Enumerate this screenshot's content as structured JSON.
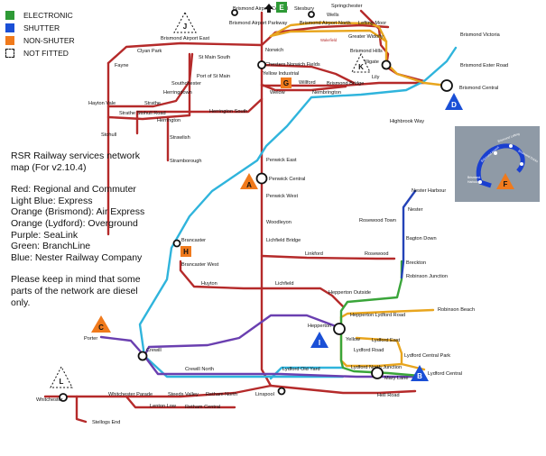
{
  "legend": [
    {
      "label": "ELECTRONIC",
      "color": "#2e9a36"
    },
    {
      "label": "SHUTTER",
      "color": "#1a4fd6"
    },
    {
      "label": "NON-SHUTER",
      "color": "#f07a1c"
    },
    {
      "label": "NOT FITTED",
      "color": "#ffffff"
    }
  ],
  "info": {
    "title_line1": "RSR Railway services network",
    "title_line2": "map (For v2.10.4)",
    "line_red": "Red: Regional and Commuter",
    "line_lightblue": "Light Blue: Express",
    "line_orange_brismond": "Orange (Brismond): Air Express",
    "line_orange_lydford": "Orange (Lydford): Overground",
    "line_purple": "Purple: SeaLink",
    "line_green": "Green: BranchLine",
    "line_blue": "Blue: Nester Railway Company",
    "note1": "Please keep in mind that some",
    "note2": "parts of the network are diesel",
    "note3": "only."
  },
  "colors": {
    "red": "#b52a2a",
    "lightblue": "#2fb4dc",
    "orange": "#e8a51e",
    "purple": "#6a3fb0",
    "green": "#3aa53a",
    "blue": "#2443b8",
    "marker_orange": "#f07a1c",
    "marker_blue": "#1a4fd6",
    "marker_green": "#2e9a36"
  },
  "markers": {
    "J": "J",
    "K": "K",
    "G": "G",
    "D": "D",
    "A": "A",
    "H": "H",
    "F": "F",
    "C": "C",
    "I": "I",
    "B": "B",
    "L": "L",
    "E": "E"
  },
  "stations": {
    "stesbury": "Stesbury",
    "springchester": "Springchester",
    "wells": "Wells",
    "brismond_airport_central": "Brismond Airport Central",
    "brismond_airport_parkway": "Brismond Airport Parkway",
    "brismond_airport_north": "Brismond Airport North",
    "lefting_moor": "Lefting Moor",
    "greater_widolly": "Greater Widolly",
    "wakefield": "Wakefield",
    "brismond_victoria": "Brismond Victoria",
    "brismond_airport_east": "Brismond Airport East",
    "clyan_park": "Clyan Park",
    "fayne": "Fayne",
    "st_main_south": "St Main South",
    "port_of_st_main": "Port of St Main",
    "southchester": "Southchester",
    "herringdown": "Herringdown",
    "strathe": "Strathe",
    "hayton_vale": "Hayton Vale",
    "strathe_stohull_road": "Strathe Stohull Road",
    "stohull": "Stohull",
    "herrington": "Herrington",
    "herrington_south": "Herrington South",
    "strawlish": "Strawlish",
    "stramborough": "Stramborough",
    "norwich": "Norwich",
    "chesters_norwich_fields": "Chesters Norwich Fields",
    "yellow_industrial": "Yellow Industrial",
    "willford": "Willford",
    "welow": "Welow",
    "nembrington": "Nembrington",
    "brismond_bridge": "Brismond Bridge",
    "brismond_hills": "Brismond Hills",
    "dilligate": "Dilligate",
    "lily": "Lily",
    "brismond_ester_road": "Brismond Ester Road",
    "brismond_central": "Brismond Central",
    "highbrook_way": "Highbrook Way",
    "penwick_east": "Penwick East",
    "penwick_central": "Penwick Central",
    "penwick_west": "Penwick West",
    "woodleyon": "Woodleyon",
    "lichfield_bridge": "Lichfield Bridge",
    "linkford": "Linkford",
    "rosewood": "Rosewood",
    "brancaster": "Brancaster",
    "brancaster_west": "Brancaster West",
    "huyton": "Huyton",
    "lichfield": "Lichfield",
    "hepperton_outside": "Hepperton Outside",
    "nester_harbour": "Nester Harbour",
    "nester": "Nester",
    "rosewood_town": "Rosewood Town",
    "bagton_down": "Bagton Down",
    "breckton": "Breckton",
    "robinson_junction": "Robinson Junction",
    "hepperton_lydford_road": "Hepperton Lydford Road",
    "robinson_beach": "Robinson Beach",
    "hepperton": "Hepperton",
    "lydford_east": "Lydford East",
    "lydford_central_park": "Lydford Central Park",
    "yellow": "Yellow",
    "lydford_road": "Lydford Road",
    "lydford_north_junction": "Lydford North Junction",
    "lydford_central": "Lydford Central",
    "mary_lane": "Mary Lane",
    "porter": "Porter",
    "crewill": "Crewill",
    "crewill_north": "Crewill North",
    "lydford_old_yard": "Lydford Old Yard",
    "linspool": "Linspool",
    "hell_road": "Hell Road",
    "whitchester": "Whitchester",
    "whitchester_parade": "Whitchester Parade",
    "steeds_valley": "Steeds Valley",
    "retham_north": "Retham North",
    "lenton_low": "Lenton Low",
    "retham_central": "Retham Central",
    "stellogs_end": "Stellogs End"
  },
  "inset": {
    "label1": "Brismond Airport",
    "label2": "Brismond Lefting",
    "label3": "Brismond Docks",
    "label4": "Brismond",
    "label5": "Harbour"
  }
}
